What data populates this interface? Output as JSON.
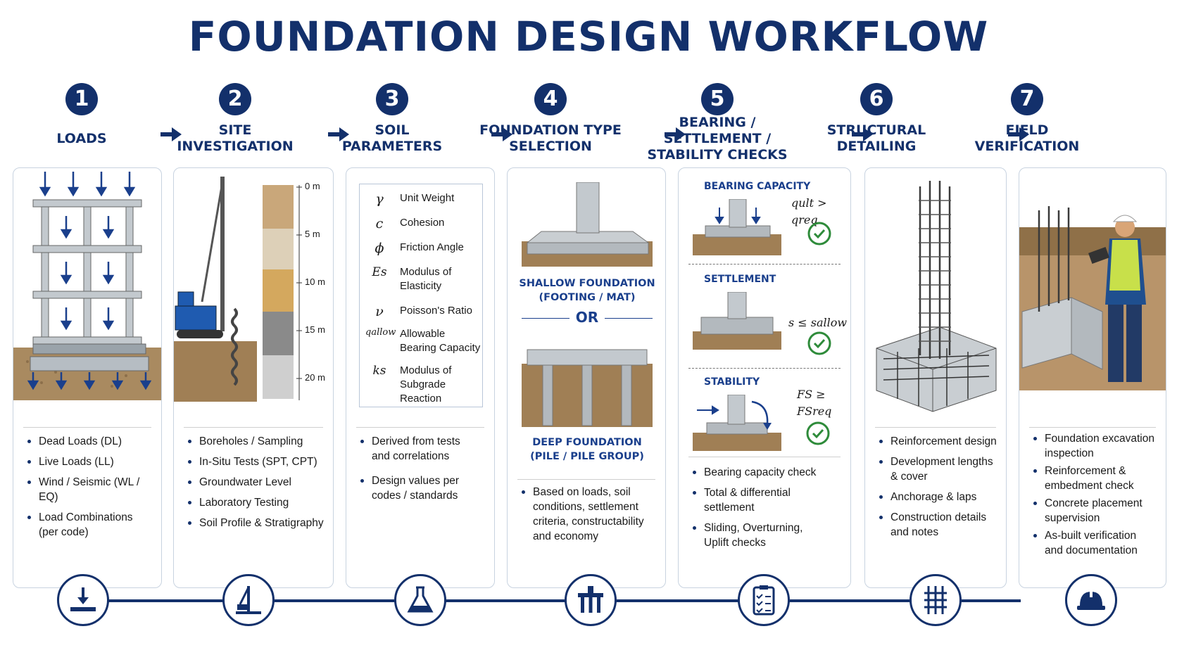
{
  "title": "FOUNDATION DESIGN WORKFLOW",
  "steps": [
    {
      "num": "1",
      "title": "LOADS"
    },
    {
      "num": "2",
      "title": "SITE\nINVESTIGATION"
    },
    {
      "num": "3",
      "title": "SOIL\nPARAMETERS"
    },
    {
      "num": "4",
      "title": "FOUNDATION TYPE\nSELECTION"
    },
    {
      "num": "5",
      "title": "BEARING / SETTLEMENT /\nSTABILITY CHECKS"
    },
    {
      "num": "6",
      "title": "STRUCTURAL\nDETAILING"
    },
    {
      "num": "7",
      "title": "FIELD\nVERIFICATION"
    }
  ],
  "loads": {
    "bullets": [
      "Dead Loads (DL)",
      "Live Loads (LL)",
      "Wind / Seismic (WL / EQ)",
      "Load Combinations\n(per code)"
    ]
  },
  "site": {
    "depths": [
      "0 m",
      "5 m",
      "10 m",
      "15 m",
      "20 m"
    ],
    "bullets": [
      "Boreholes / Sampling",
      "In-Situ Tests (SPT, CPT)",
      "Groundwater Level",
      "Laboratory Testing",
      "Soil Profile & Stratigraphy"
    ]
  },
  "soil": {
    "params": [
      {
        "sym": "γ",
        "label": "Unit Weight"
      },
      {
        "sym": "c",
        "label": "Cohesion"
      },
      {
        "sym": "ϕ",
        "label": "Friction Angle"
      },
      {
        "sym": "Es",
        "label": "Modulus of\nElasticity"
      },
      {
        "sym": "ν",
        "label": "Poisson's Ratio"
      },
      {
        "sym": "qallow",
        "label": "Allowable\nBearing Capacity"
      },
      {
        "sym": "ks",
        "label": "Modulus of\nSubgrade\nReaction"
      }
    ],
    "bullets": [
      "Derived from tests\nand correlations",
      "Design values per\ncodes / standards"
    ]
  },
  "foundation": {
    "shallow": "SHALLOW FOUNDATION\n(FOOTING / MAT)",
    "or": "OR",
    "deep": "DEEP FOUNDATION\n(PILE / PILE GROUP)",
    "bullets": [
      "Based on loads, soil\nconditions, settlement\ncriteria, constructability\nand economy"
    ]
  },
  "checks": {
    "bearing_title": "BEARING CAPACITY",
    "bearing_formula": "qult > qreq",
    "settlement_title": "SETTLEMENT",
    "settlement_formula": "s ≤ sallow",
    "stability_title": "STABILITY",
    "stability_formula": "FS ≥\nFSreq",
    "bullets": [
      "Bearing capacity check",
      "Total & differential settlement",
      "Sliding, Overturning,\nUplift checks"
    ]
  },
  "detailing": {
    "bullets": [
      "Reinforcement design",
      "Development lengths\n& cover",
      "Anchorage & laps",
      "Construction details\nand notes"
    ]
  },
  "field": {
    "bullets": [
      "Foundation excavation\ninspection",
      "Reinforcement &\nembedment check",
      "Concrete placement\nsupervision",
      "As-built verification\nand documentation"
    ]
  },
  "timeline_icons": [
    "footing-load-icon",
    "drill-rig-icon",
    "lab-flask-icon",
    "pile-foundation-icon",
    "checklist-clipboard-icon",
    "rebar-cage-icon",
    "hard-hat-icon"
  ],
  "colors": {
    "primary": "#13306b",
    "accent": "#1a3f8c",
    "check_green": "#2e8b3a",
    "soil": "#a07f55"
  }
}
